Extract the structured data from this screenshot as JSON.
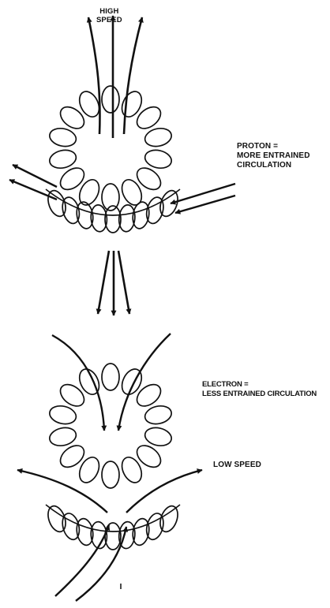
{
  "labels": {
    "high_speed": [
      "HIGH",
      "SPEED"
    ],
    "proton": [
      "PROTON =",
      "MORE ENTRAINED",
      "CIRCULATION"
    ],
    "electron": [
      "ELECTRON =",
      "LESS ENTRAINED CIRCULATION"
    ],
    "low_speed": "LOW SPEED"
  },
  "colors": {
    "ink": "#111111",
    "background": "#ffffff"
  }
}
